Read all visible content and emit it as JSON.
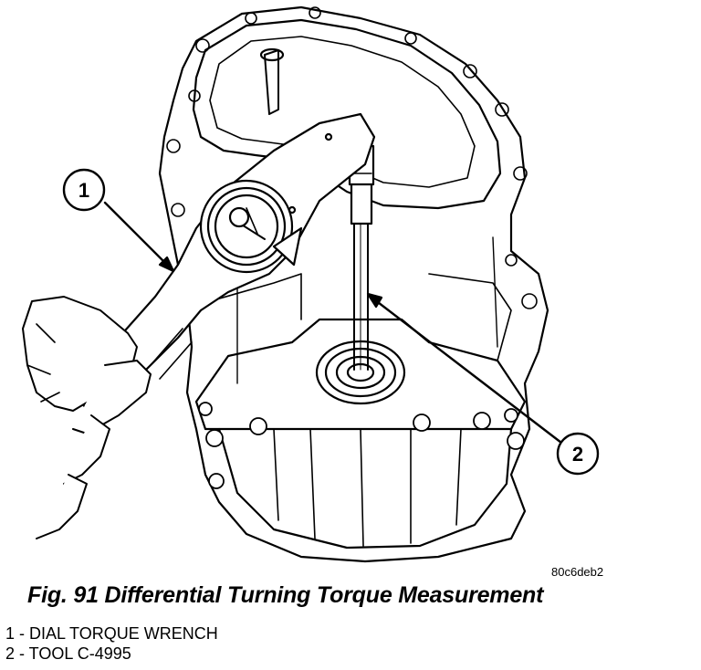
{
  "figure": {
    "code": "80c6deb2",
    "title": "Fig. 91 Differential Turning Torque Measurement",
    "callouts": [
      "1",
      "2"
    ],
    "legend": [
      "1 - DIAL TORQUE WRENCH",
      "2 - TOOL C-4995"
    ]
  }
}
